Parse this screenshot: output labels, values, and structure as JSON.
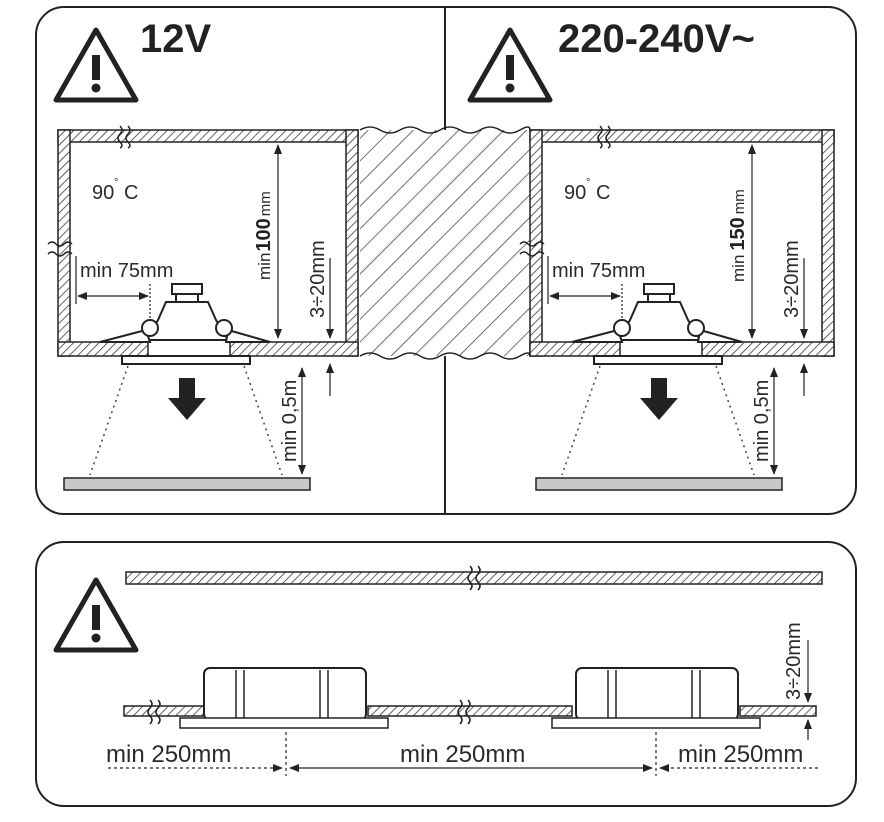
{
  "panels": {
    "left": {
      "voltage": "12V",
      "temperature": "90",
      "temperature_unit": "C",
      "depth_prefix": "min",
      "depth_value": "100",
      "depth_unit": "mm",
      "gap": "3÷20mm",
      "side_clearance": "min 75mm",
      "distance": "min 0,5m"
    },
    "right": {
      "voltage": "220-240V~",
      "temperature": "90",
      "temperature_unit": "C",
      "depth_prefix": "min",
      "depth_value": "150",
      "depth_unit": "mm",
      "gap": "3÷20mm",
      "side_clearance": "min 75mm",
      "distance": "min 0,5m"
    }
  },
  "spacing": {
    "gap": "3÷20mm",
    "edge_left": "min 250mm",
    "between": "min 250mm",
    "edge_right": "min 250mm"
  },
  "icons": [
    "warning-triangle-icon",
    "warning-triangle-icon",
    "warning-triangle-icon"
  ]
}
